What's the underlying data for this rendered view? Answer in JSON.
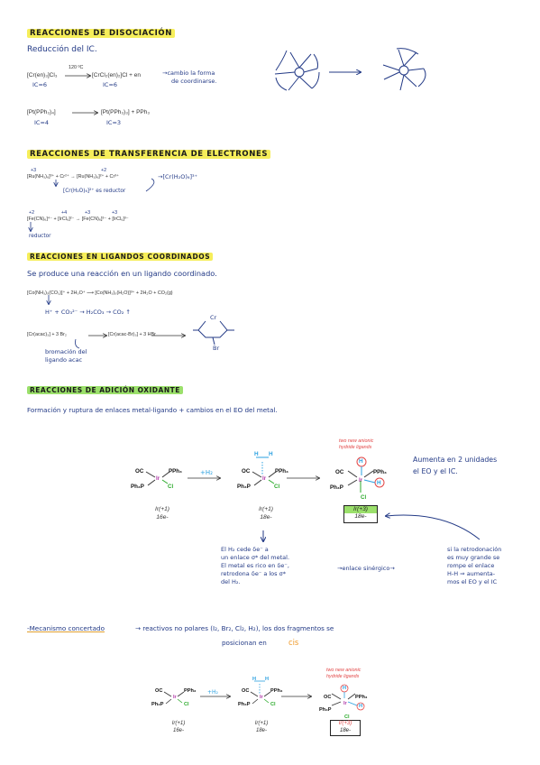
{
  "sections": {
    "disociacion": {
      "title": "REACCIONES DE DISOCIACIÓN",
      "subtitle": "Reducción del IC.",
      "r1_left": "[Cr(en)₃]Cl₃",
      "r1_cond": "120 ºC",
      "r1_right": "[CrCl₂(en)₂]Cl + en",
      "r1_note_line1": "→cambio la forma",
      "r1_note_line2": "de coordinarse.",
      "ic_left": "IC=6",
      "ic_right": "IC=6",
      "r2_left": "[Pt(PPh₃)₄]",
      "r2_right": "[Pt(PPh₃)₃] + PPh₃",
      "ic2_left": "IC=4",
      "ic2_right": "IC=3"
    },
    "transferencia": {
      "title": "REACCIONES DE TRANSFERENCIA DE ELECTRONES",
      "r1": "[Ru(NH₃)₆]³⁺ + Cr²⁺ → [Ru(NH₃)₆]²⁺ + Cr³⁺",
      "r1_ox_a": "+3",
      "r1_ox_b": "+2",
      "r1_note": "→[Cr(H₂O)₆]³⁺",
      "r1_sub": "[Cr(H₂O)₆]²⁺ es reductor",
      "r2": "[Fe(CN)₆]⁴⁻ + [IrCl₆]²⁻ → [Fe(CN)₆]³⁻ + [IrCl₆]³⁻",
      "r2_ox_a": "+2",
      "r2_ox_b": "+4",
      "r2_ox_c": "+3",
      "r2_ox_d": "+3",
      "r2_sub": "reductor"
    },
    "ligandos": {
      "title": "REACCIONES EN LIGANDOS COORDINADOS",
      "subtitle": "Se produce una reacción en un ligando coordinado.",
      "r1": "[Co(NH₃)₅(CO₃)]⁺ + 2H₃O⁺ ⟶ [Co(NH₃)₅(H₂O)]³⁺ + 2H₂O + CO₂(g)",
      "r1_sub": "H⁺ + CO₃²⁻ → H₂CO₃ → CO₂ ↑",
      "r2_left": "[Cr(acac)₃] + 3 Br₂",
      "r2_right": "[Cr(acac-Br)₃] + 3 HBr",
      "r2_note_line1": "bromación del",
      "r2_note_line2": "ligando acac",
      "br_label": "Br",
      "cr_label": "Cr"
    },
    "adicion": {
      "title": "REACCIONES DE ADICIÓN OXIDANTE",
      "subtitle": "Formación y ruptura de enlaces metal-ligando + cambios en el EO del metal.",
      "h2_label": "+H₂",
      "two_new_line1": "two new anionic",
      "two_new_line2": "hydride ligands",
      "ox1_line1": "Ir(+1)",
      "ox1_line2": "16e-",
      "ox2_line1": "Ir(+1)",
      "ox2_line2": "18e-",
      "ox3_line1": "Ir(+3)",
      "ox3_line2": "18e-",
      "note_right_line1": "Aumenta en 2 unidades",
      "note_right_line2": "el EO y el IC.",
      "note_h2": [
        "El H₂ cede δe⁻ a",
        "un enlace σ* del metal.",
        "El metal es rico en δe⁻,",
        "retrodona δe⁻ a los σ*",
        "del H₂."
      ],
      "note_mid": "→enlace sinérgico→",
      "note_retro": [
        "si la retrodonación",
        "es muy grande se",
        "rompe el enlace",
        "H-H ⇒ aumenta-",
        "mos el EO y el IC"
      ],
      "mechanism_title": "-Mecanismo concertado",
      "mechanism_text_line1": "→ reactivos no polares (I₂, Br₂, Cl₂, H₂), los dos fragmentos se",
      "mechanism_text_line2_a": "posicionan en",
      "mechanism_text_line2_b": "cis"
    }
  },
  "molecule": {
    "oc": "OC",
    "pph3": "PPh₃",
    "ph3p": "Ph₃P",
    "ir": "Ir",
    "cl": "Cl",
    "h": "H"
  },
  "colors": {
    "highlight_yellow": "#f6ee5a",
    "highlight_green": "#9be06b",
    "ink_blue": "#233a86",
    "iridium_purple": "#b03aa8",
    "hydride_blue": "#2aa0e0",
    "chlorine_green": "#2aaa2a",
    "note_red": "#e24747"
  }
}
